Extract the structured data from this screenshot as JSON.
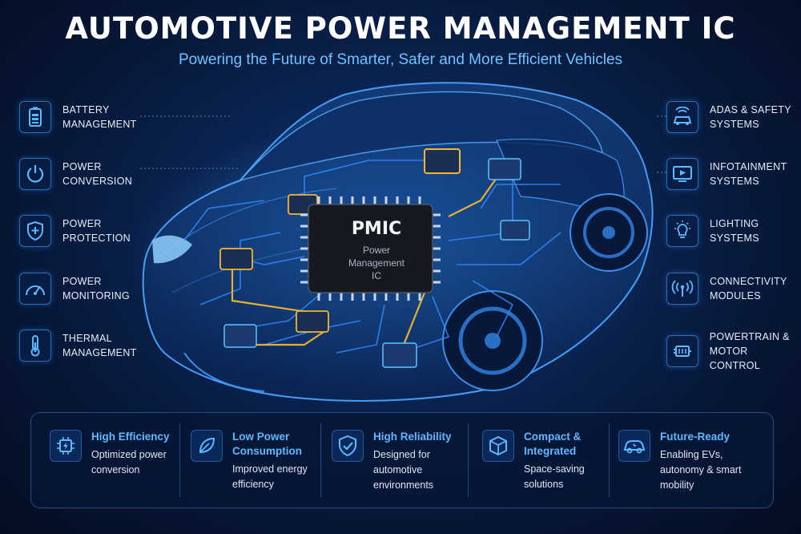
{
  "header": {
    "title": "AUTOMOTIVE POWER MANAGEMENT IC",
    "subtitle": "Powering the Future of Smarter, Safer and More Efficient Vehicles"
  },
  "chip": {
    "name": "PMIC",
    "line1": "Power",
    "line2": "Management",
    "line3": "IC"
  },
  "left_features": [
    {
      "line1": "BATTERY",
      "line2": "MANAGEMENT",
      "icon": "battery-icon"
    },
    {
      "line1": "POWER",
      "line2": "CONVERSION",
      "icon": "power-icon"
    },
    {
      "line1": "POWER",
      "line2": "PROTECTION",
      "icon": "shield-icon"
    },
    {
      "line1": "POWER",
      "line2": "MONITORING",
      "icon": "gauge-icon"
    },
    {
      "line1": "THERMAL",
      "line2": "MANAGEMENT",
      "icon": "thermometer-icon"
    }
  ],
  "right_features": [
    {
      "line1": "ADAS & SAFETY",
      "line2": "SYSTEMS",
      "icon": "car-radar-icon"
    },
    {
      "line1": "INFOTAINMENT",
      "line2": "SYSTEMS",
      "icon": "screen-play-icon"
    },
    {
      "line1": "LIGHTING",
      "line2": "SYSTEMS",
      "icon": "bulb-icon"
    },
    {
      "line1": "CONNECTIVITY",
      "line2": "MODULES",
      "icon": "antenna-icon"
    },
    {
      "line1": "POWERTRAIN &",
      "line2": "MOTOR CONTROL",
      "icon": "engine-icon"
    }
  ],
  "benefits": [
    {
      "t1": "High Efficiency",
      "t2": "",
      "d1": "Optimized power",
      "d2": "conversion",
      "d3": "",
      "icon": "chip-icon"
    },
    {
      "t1": "Low Power",
      "t2": "Consumption",
      "d1": "Improved energy",
      "d2": "efficiency",
      "d3": "",
      "icon": "leaf-icon"
    },
    {
      "t1": "High Reliability",
      "t2": "",
      "d1": "Designed for",
      "d2": "automotive",
      "d3": "environments",
      "icon": "shield-check-icon"
    },
    {
      "t1": "Compact &",
      "t2": "Integrated",
      "d1": "Space-saving",
      "d2": "solutions",
      "d3": "",
      "icon": "cube-icon"
    },
    {
      "t1": "Future-Ready",
      "t2": "",
      "d1": "Enabling EVs,",
      "d2": "autonomy & smart",
      "d3": "mobility",
      "icon": "ev-car-icon"
    }
  ],
  "colors": {
    "accent": "#5cb8ff",
    "trace": "#2f8cff",
    "highlight": "#f2b632",
    "background": "#061634"
  }
}
